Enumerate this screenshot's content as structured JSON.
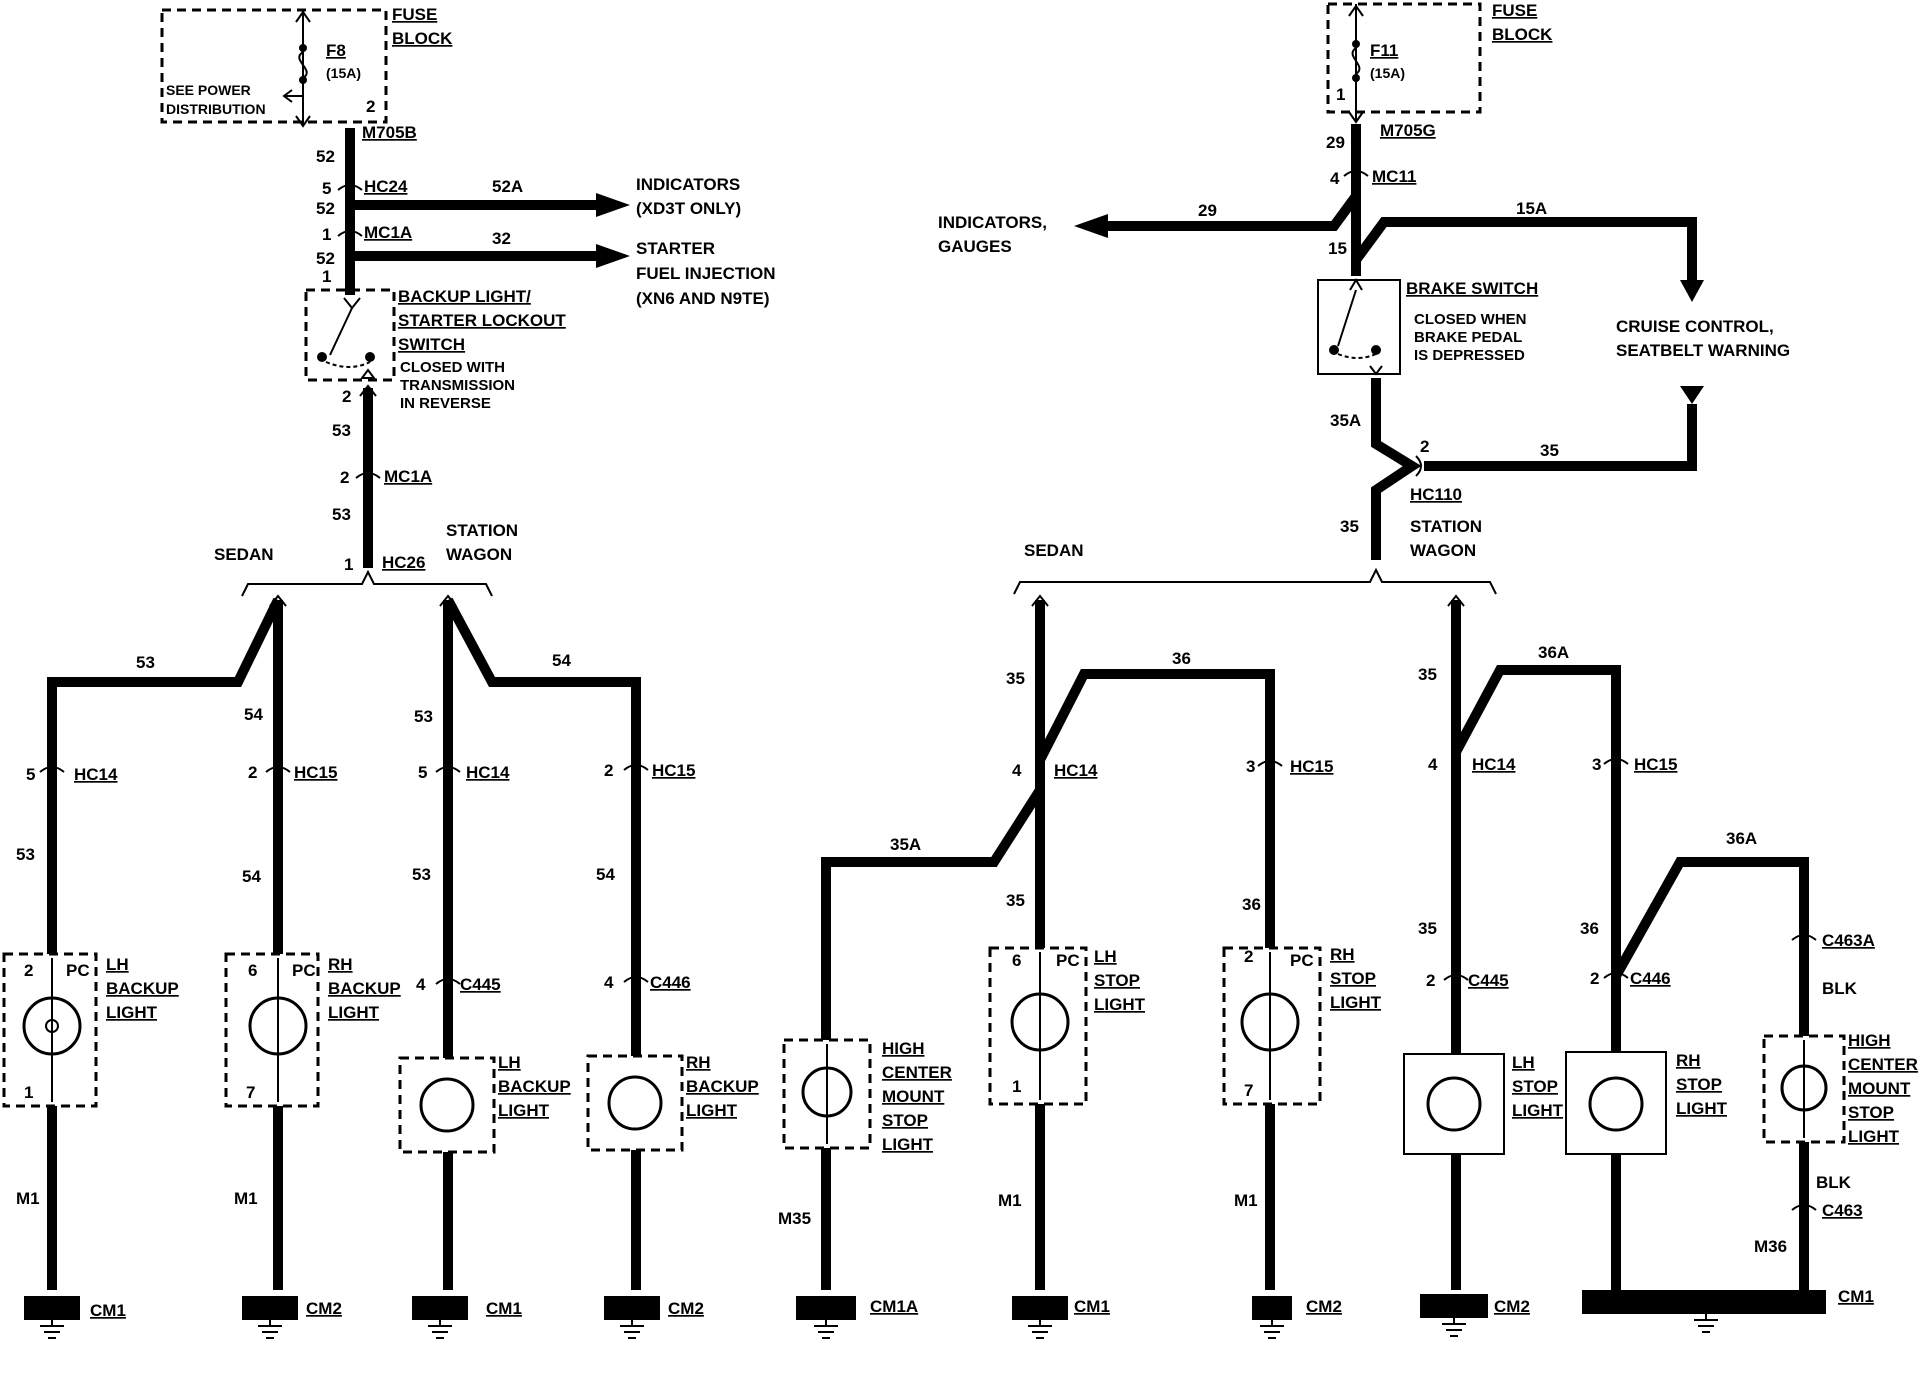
{
  "left": {
    "fuse": {
      "title1": "FUSE",
      "title2": "BLOCK",
      "id": "F8",
      "rating": "(15A)",
      "pin": "2",
      "note1": "SEE POWER",
      "note2": "DISTRIBUTION"
    },
    "trunk": {
      "circuit_top": "M705B",
      "w52a": "52",
      "p5": "5",
      "hc24": "HC24",
      "w52b": "52",
      "p1": "1",
      "mc1a": "MC1A",
      "w52c": "52",
      "p1b": "1",
      "w52A": "52A",
      "w32": "32"
    },
    "indicators": {
      "l1": "INDICATORS",
      "l2": "(XD3T ONLY)"
    },
    "starter": {
      "l1": "STARTER",
      "l2": "FUEL INJECTION",
      "l3": "(XN6 AND N9TE)"
    },
    "switch": {
      "l1": "BACKUP LIGHT/",
      "l2": "STARTER LOCKOUT",
      "l3": "SWITCH",
      "n1": "CLOSED WITH",
      "n2": "TRANSMISSION",
      "n3": "IN REVERSE",
      "pin": "2"
    },
    "lower": {
      "w53a": "53",
      "p2": "2",
      "mc1a": "MC1A",
      "w53b": "53",
      "p1": "1",
      "hc26": "HC26",
      "sedan": "SEDAN",
      "sw1": "STATION",
      "sw2": "WAGON"
    },
    "branches": [
      {
        "top": "53",
        "pin": "5",
        "conn": "HC14",
        "wire": "53",
        "lp": "2",
        "pc": "PC",
        "bp": "1",
        "l1": "LH",
        "l2": "BACKUP",
        "l3": "LIGHT",
        "gw": "M1",
        "gnd": "CM1"
      },
      {
        "top": "54",
        "pin": "2",
        "conn": "HC15",
        "wire": "54",
        "lp": "6",
        "pc": "PC",
        "bp": "7",
        "l1": "RH",
        "l2": "BACKUP",
        "l3": "LIGHT",
        "gw": "M1",
        "gnd": "CM2"
      },
      {
        "top": "53",
        "pin": "5",
        "conn": "HC14",
        "wire": "53",
        "lp": "4",
        "cconn": "C445",
        "l1": "LH",
        "l2": "BACKUP",
        "l3": "LIGHT",
        "gnd": "CM1"
      },
      {
        "top": "54",
        "pin": "2",
        "conn": "HC15",
        "wire": "54",
        "lp": "4",
        "cconn": "C446",
        "l1": "RH",
        "l2": "BACKUP",
        "l3": "LIGHT",
        "gnd": "CM2"
      }
    ]
  },
  "right": {
    "fuse": {
      "title1": "FUSE",
      "title2": "BLOCK",
      "id": "F11",
      "rating": "(15A)",
      "pin": "1"
    },
    "trunk": {
      "w29": "29",
      "circuit_top": "M705G",
      "p4": "4",
      "mc11": "MC11",
      "w29b": "29",
      "w15": "15",
      "w15A": "15A"
    },
    "indicators": {
      "l1": "INDICATORS,",
      "l2": "GAUGES"
    },
    "cruise": {
      "l1": "CRUISE CONTROL,",
      "l2": "SEATBELT WARNING"
    },
    "brake": {
      "l1": "BRAKE SWITCH",
      "n1": "CLOSED WHEN",
      "n2": "BRAKE PEDAL",
      "n3": "IS DEPRESSED"
    },
    "mid": {
      "w35A": "35A",
      "p2": "2",
      "w35": "35",
      "hc110": "HC110",
      "w35b": "35",
      "sw1": "STATION",
      "sw2": "WAGON",
      "sedan": "SEDAN"
    },
    "sedan": {
      "w35top": "35",
      "w36": "36",
      "p4": "4",
      "hc14": "HC14",
      "p3": "3",
      "hc15": "HC15",
      "w35A": "35A",
      "w35low": "35",
      "w36low": "36",
      "lh": {
        "lp": "6",
        "pc": "PC",
        "bp": "1",
        "l1": "LH",
        "l2": "STOP",
        "l3": "LIGHT",
        "gw": "M1",
        "gnd": "CM1"
      },
      "rh": {
        "lp": "2",
        "pc": "PC",
        "bp": "7",
        "l1": "RH",
        "l2": "STOP",
        "l3": "LIGHT",
        "gw": "M1",
        "gnd": "CM2"
      },
      "hcm": {
        "l1": "HIGH",
        "l2": "CENTER",
        "l3": "MOUNT",
        "l4": "STOP",
        "l5": "LIGHT",
        "gw": "M35",
        "gnd": "CM1A"
      }
    },
    "wagon": {
      "w35top": "35",
      "w36A": "36A",
      "p4": "4",
      "hc14": "HC14",
      "p3": "3",
      "hc15": "HC15",
      "w35low": "35",
      "w36low": "36",
      "w36A2": "36A",
      "lh": {
        "lp": "2",
        "cconn": "C445",
        "l1": "LH",
        "l2": "STOP",
        "l3": "LIGHT",
        "gnd": "CM2"
      },
      "rh": {
        "lp": "2",
        "cconn": "C446",
        "l1": "RH",
        "l2": "STOP",
        "l3": "LIGHT"
      },
      "hcm": {
        "c1": "C463A",
        "blk1": "BLK",
        "l1": "HIGH",
        "l2": "CENTER",
        "l3": "MOUNT",
        "l4": "STOP",
        "l5": "LIGHT",
        "blk2": "BLK",
        "c2": "C463",
        "gw": "M36",
        "gnd": "CM1"
      }
    }
  }
}
